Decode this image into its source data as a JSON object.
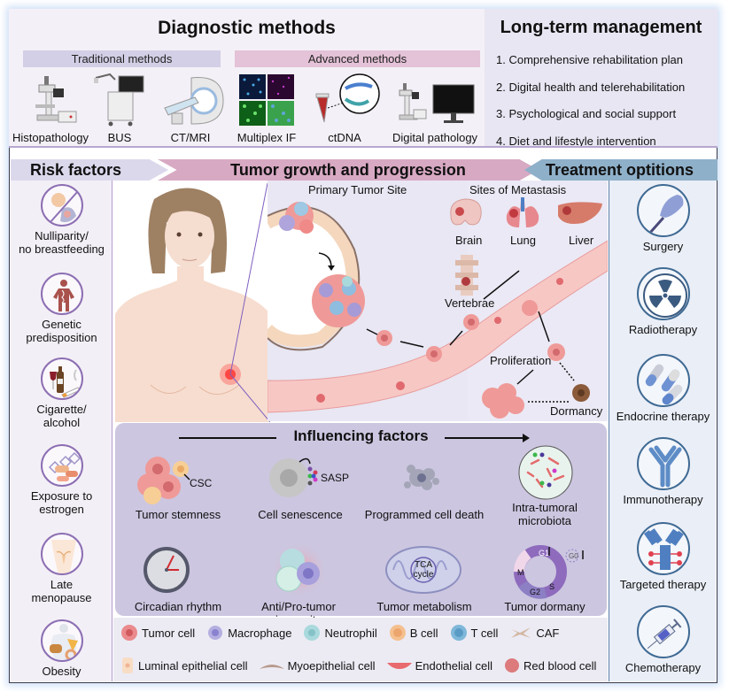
{
  "diagnostic": {
    "title": "Diagnostic methods",
    "traditional_label": "Traditional methods",
    "advanced_label": "Advanced methods",
    "traditional_items": [
      {
        "label": "Histopathology",
        "icon": "microscope-icon"
      },
      {
        "label": "BUS",
        "icon": "ultrasound-machine-icon"
      },
      {
        "label": "CT/MRI",
        "icon": "ct-scanner-icon"
      }
    ],
    "advanced_items": [
      {
        "label": "Multiplex IF",
        "icon": "multiplex-if-icon"
      },
      {
        "label": "ctDNA",
        "icon": "dna-tube-icon"
      },
      {
        "label": "Digital pathology",
        "icon": "digital-microscope-icon"
      }
    ]
  },
  "long_term": {
    "title": "Long-term management",
    "items": [
      "1. Comprehensive rehabilitation plan",
      "2. Digital health and telerehabilitation",
      "3. Psychological and social support",
      "4. Diet and lifestyle intervention"
    ]
  },
  "banners": {
    "risk": "Risk factors",
    "tumor": "Tumor growth and progression",
    "treatment": "Treatment optitions"
  },
  "risk_factors": [
    {
      "label": "Nulliparity/\nno breastfeeding",
      "line1": "Nulliparity/",
      "line2": "no breastfeeding",
      "icon": "no-breastfeeding-icon"
    },
    {
      "label": "Genetic predisposition",
      "line1": "Genetic",
      "line2": "predisposition",
      "icon": "dna-body-icon"
    },
    {
      "label": "Cigarette/alcohol",
      "line1": "Cigarette/",
      "line2": "alcohol",
      "icon": "cigarette-alcohol-icon"
    },
    {
      "label": "Exposure to estrogen",
      "line1": "Exposure to",
      "line2": "estrogen",
      "icon": "estrogen-pills-icon"
    },
    {
      "label": "Late menopause",
      "line1": "Late",
      "line2": "menopause",
      "icon": "uterus-icon"
    },
    {
      "label": "Obesity",
      "line1": "Obesity",
      "line2": "",
      "icon": "obesity-icon"
    }
  ],
  "treatments": [
    {
      "label": "Surgery",
      "icon": "scalpel-hand-icon"
    },
    {
      "label": "Radiotherapy",
      "icon": "radiation-icon"
    },
    {
      "label": "Endocrine therapy",
      "icon": "capsules-icon"
    },
    {
      "label": "Immunotherapy",
      "icon": "antibody-icon"
    },
    {
      "label": "Targeted therapy",
      "icon": "antibody-drug-conjugate-icon"
    },
    {
      "label": "Chemotherapy",
      "icon": "syringe-icon"
    }
  ],
  "tumor_growth": {
    "primary_site_label": "Primary Tumor Site",
    "metastasis_label": "Sites of Metastasis",
    "organs": [
      "Brain",
      "Lung",
      "Liver",
      "Vertebrae"
    ],
    "proliferation_label": "Proliferation",
    "dormancy_label": "Dormancy"
  },
  "influencing": {
    "title": "Influencing factors",
    "items": [
      {
        "label": "Tumor stemness",
        "annotation": "CSC"
      },
      {
        "label": "Cell senescence",
        "annotation": "SASP"
      },
      {
        "label": "Programmed cell death",
        "annotation": ""
      },
      {
        "label": "Intra-tumoral\nmicrobiota",
        "line1": "Intra-tumoral",
        "line2": "microbiota",
        "annotation": ""
      },
      {
        "label": "Circadian rhythm",
        "annotation": ""
      },
      {
        "label": "Anti/Pro-tumor immunity",
        "annotation": ""
      },
      {
        "label": "Tumor metabolism",
        "annotation": "TCA cycle",
        "ann1": "TCA",
        "ann2": "cycle"
      },
      {
        "label": "Tumor dormany",
        "annotation": ""
      }
    ],
    "cell_cycle": {
      "g1": "G1",
      "g0": "G0",
      "s": "S",
      "g2": "G2",
      "m": "M"
    }
  },
  "legend": {
    "row1": [
      {
        "label": "Tumor cell",
        "color": "#ea8a8c"
      },
      {
        "label": "Macrophage",
        "color": "#9d96d6"
      },
      {
        "label": "Neutrophil",
        "color": "#a9d9dc"
      },
      {
        "label": "B cell",
        "color": "#f5c08f"
      },
      {
        "label": "T cell",
        "color": "#7fb7d9"
      },
      {
        "label": "CAF",
        "color": "#d3b8a4"
      }
    ],
    "row2": [
      {
        "label": "Luminal epithelial cell",
        "color": "#f8dcc4"
      },
      {
        "label": "Myoepithelial cell",
        "color": "#b89a8c"
      },
      {
        "label": "Endothelial cell",
        "color": "#e86a6e"
      },
      {
        "label": "Red blood cell",
        "color": "#dc7a7c"
      }
    ]
  },
  "colors": {
    "risk_accent": "#8c6fb3",
    "treatment_accent": "#3f6a93",
    "tumor_banner": "#d8a9c3",
    "risk_banner": "#dcd8ec",
    "treatment_banner": "#8fb0c9",
    "influencing_bg": "#ccc6e0"
  }
}
